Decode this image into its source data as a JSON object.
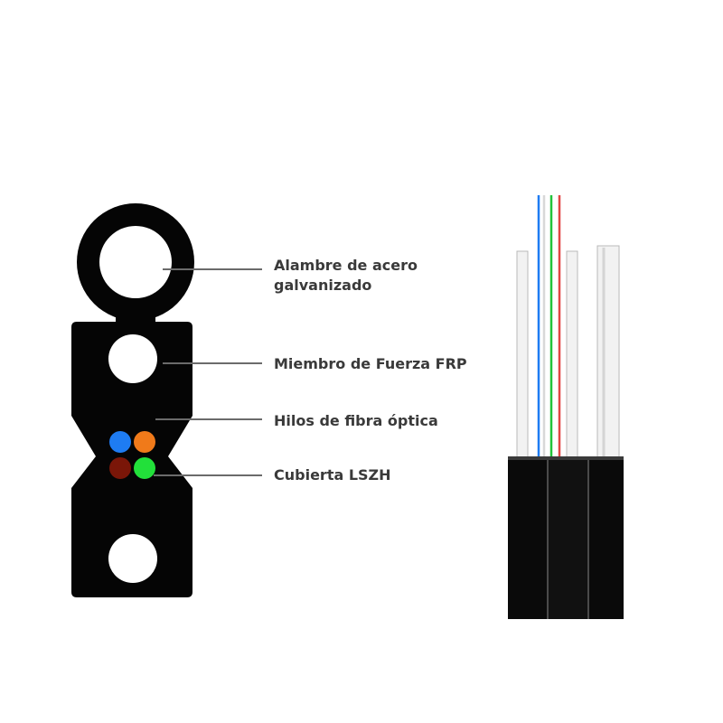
{
  "labels": {
    "steel_wire_line1": "Alambre de acero",
    "steel_wire_line2": "galvanizado",
    "frp_member": "Miembro de Fuerza FRP",
    "fiber_threads": "Hilos de fibra óptica",
    "lszh_jacket": "Cubierta LSZH"
  },
  "colors": {
    "jacket": "#050505",
    "leader_line": "#6b6b6b",
    "label_text": "#3a3a3a",
    "fiber_blue": "#1e7cf2",
    "fiber_orange": "#f07a1a",
    "fiber_brown": "#7a1608",
    "fiber_green": "#22e03a",
    "strand_white": "#f2f2f2",
    "strand_shadow": "#b9b9b9",
    "fiber_red": "#e24545"
  }
}
